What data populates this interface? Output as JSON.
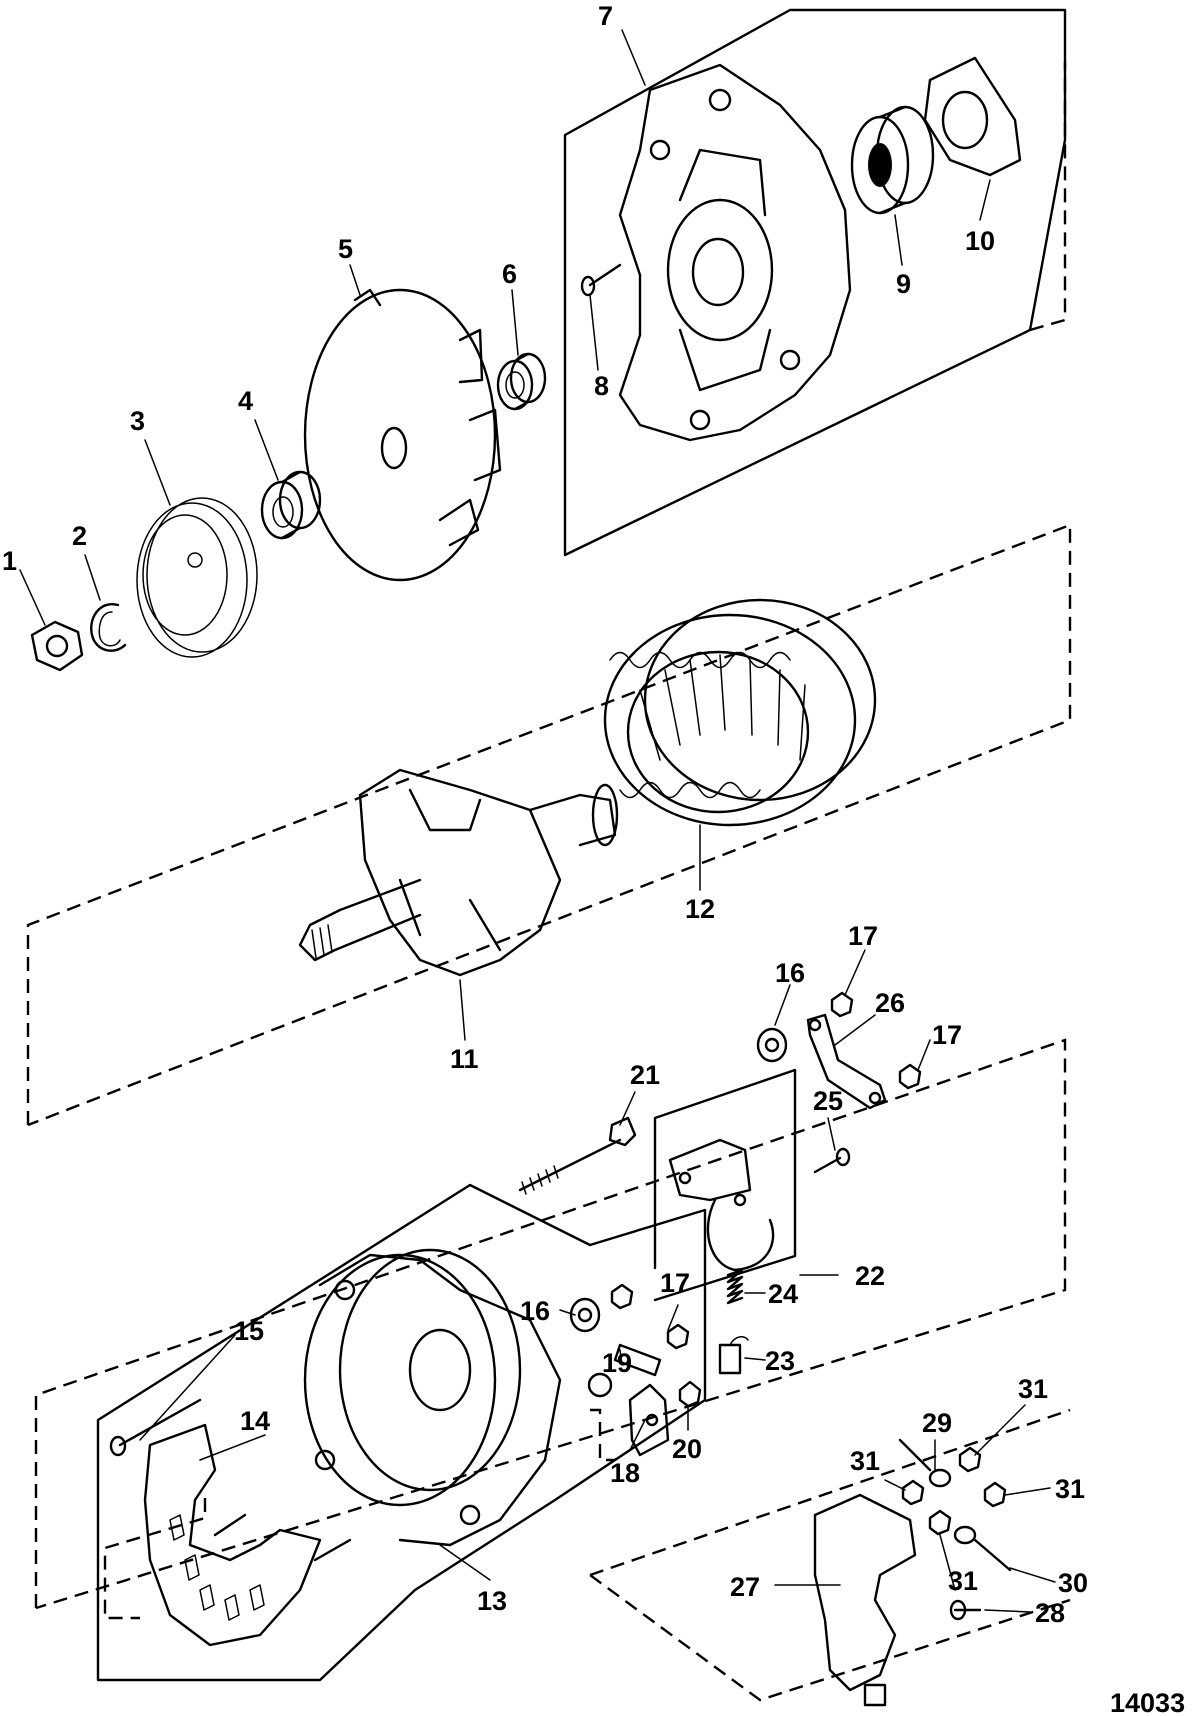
{
  "diagram": {
    "drawing_number": "14033",
    "callouts": [
      "1",
      "2",
      "3",
      "4",
      "5",
      "6",
      "7",
      "8",
      "9",
      "10",
      "11",
      "12",
      "13",
      "14",
      "15",
      "16",
      "16",
      "17",
      "17",
      "17",
      "18",
      "19",
      "20",
      "21",
      "22",
      "23",
      "24",
      "25",
      "26",
      "27",
      "28",
      "29",
      "30",
      "31",
      "31",
      "31",
      "31"
    ]
  }
}
